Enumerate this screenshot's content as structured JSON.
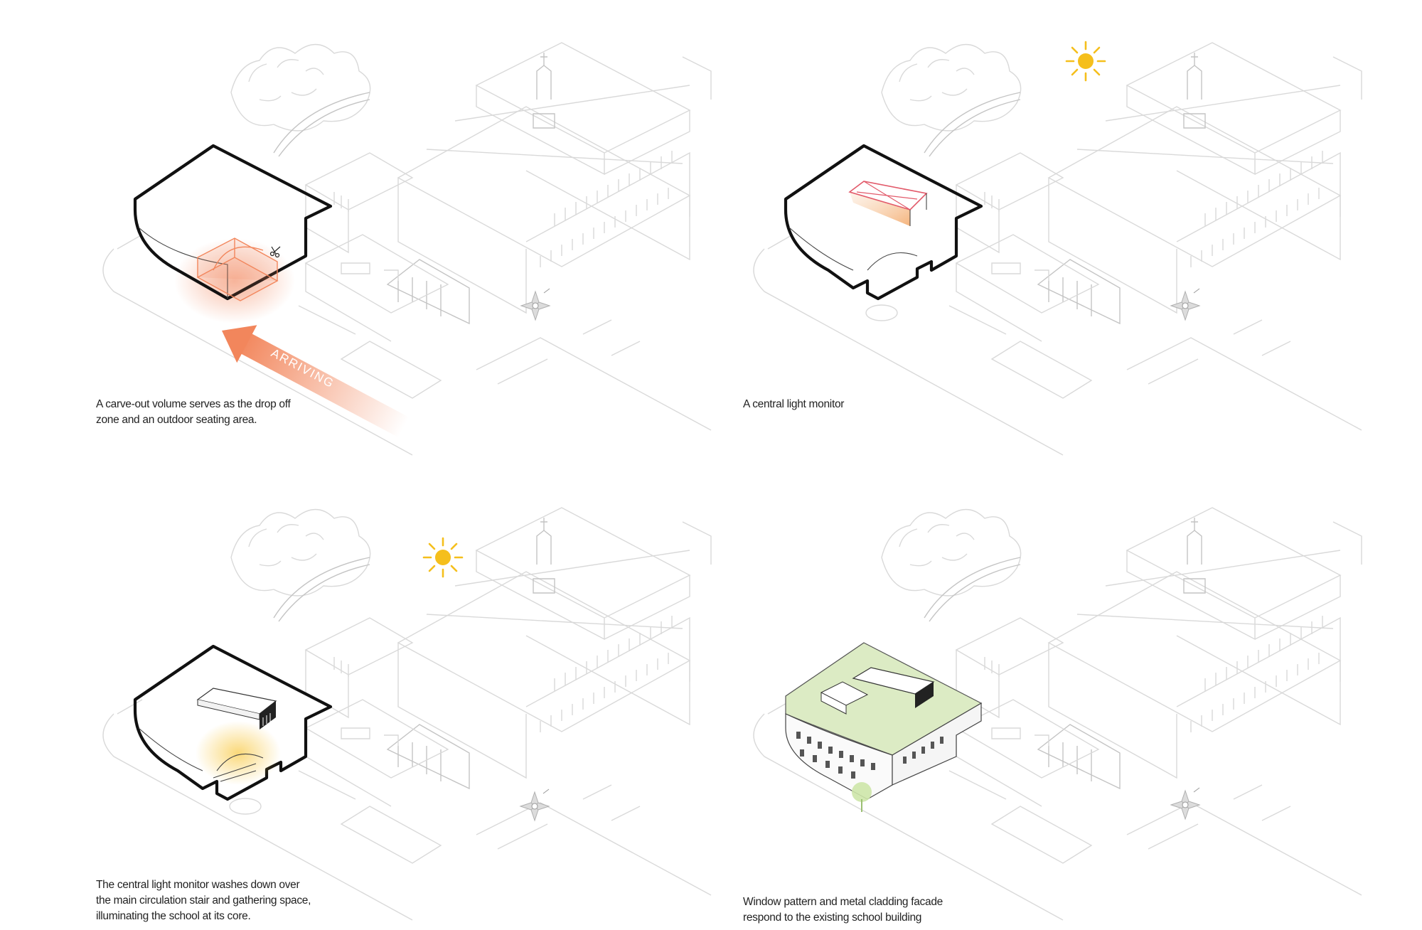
{
  "panels": [
    {
      "id": "carve-out",
      "caption_lines": [
        "A carve-out volume serves as the drop off",
        "zone and an outdoor seating area."
      ],
      "arrow_label": "ARRIVING",
      "has_sun": false
    },
    {
      "id": "light-monitor",
      "caption_lines": [
        "A central light monitor"
      ],
      "has_sun": true
    },
    {
      "id": "light-wash",
      "caption_lines": [
        "The central light monitor washes down over",
        "the main circulation stair and gathering space,",
        "illuminating the school at its core."
      ],
      "has_sun": true
    },
    {
      "id": "facade",
      "caption_lines": [
        "Window pattern and metal cladding facade",
        "respond to the existing school building"
      ],
      "has_sun": false
    }
  ],
  "colors": {
    "accent_orange": "#f2865c",
    "sun_yellow": "#f5bf1c",
    "roof_green": "#dcebc4",
    "outline": "#111111",
    "context_gray": "#d9d9d9"
  },
  "icons": [
    "sun-icon",
    "compass-rose-icon",
    "scissors-icon",
    "arrow-icon"
  ]
}
